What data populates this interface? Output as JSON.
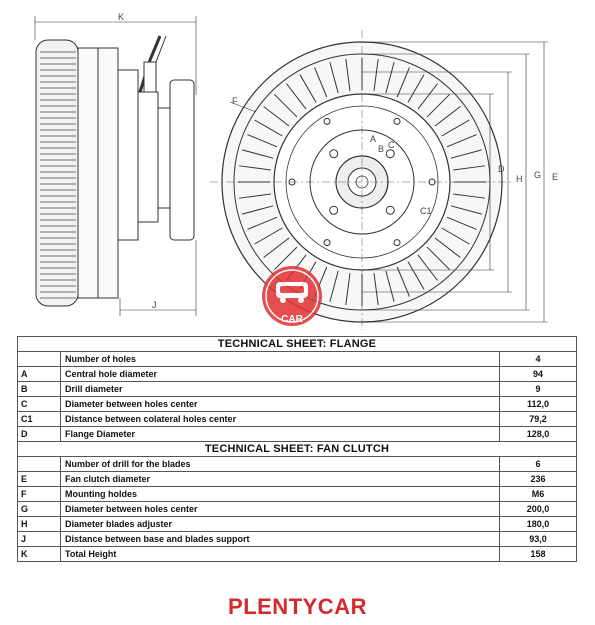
{
  "drawing": {
    "dimension_letters": [
      "K",
      "J",
      "F",
      "A",
      "B",
      "C",
      "C1",
      "D",
      "H",
      "G",
      "E"
    ],
    "watermark": {
      "text": "CAR",
      "brand_color": "#e03030"
    }
  },
  "sheet_flange": {
    "title": "TECHNICAL SHEET: FLANGE",
    "rows": [
      {
        "code": "",
        "param": "Number of holes",
        "value": "4"
      },
      {
        "code": "A",
        "param": "Central hole diameter",
        "value": "94"
      },
      {
        "code": "B",
        "param": "Drill diameter",
        "value": "9"
      },
      {
        "code": "C",
        "param": "Diameter between holes center",
        "value": "112,0"
      },
      {
        "code": "C1",
        "param": "Distance between colateral holes center",
        "value": "79,2"
      },
      {
        "code": "D",
        "param": "Flange Diameter",
        "value": "128,0"
      }
    ]
  },
  "sheet_clutch": {
    "title": "TECHNICAL SHEET: FAN CLUTCH",
    "rows": [
      {
        "code": "",
        "param": "Number of drill for the blades",
        "value": "6"
      },
      {
        "code": "E",
        "param": "Fan clutch diameter",
        "value": "236"
      },
      {
        "code": "F",
        "param": "Mounting holdes",
        "value": "M6"
      },
      {
        "code": "G",
        "param": "Diameter between holes center",
        "value": "200,0"
      },
      {
        "code": "H",
        "param": "Diameter blades adjuster",
        "value": "180,0"
      },
      {
        "code": "J",
        "param": "Distance between base and blades support",
        "value": "93,0"
      },
      {
        "code": "K",
        "param": "Total Height",
        "value": "158"
      }
    ]
  },
  "brand": {
    "name": "PLENTYCAR",
    "color": "#d42a2a"
  }
}
